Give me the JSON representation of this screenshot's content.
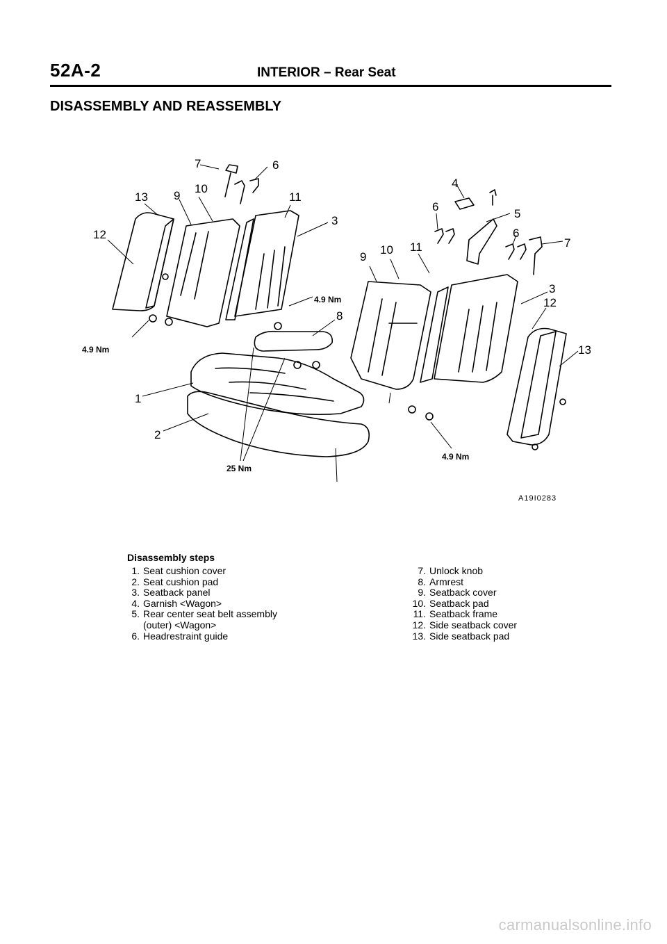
{
  "header": {
    "page_number": "52A-2",
    "title": "INTERIOR – Rear Seat"
  },
  "section_title": "DISASSEMBLY AND REASSEMBLY",
  "figure": {
    "code": "A19I0283",
    "callouts": [
      "1",
      "2",
      "3",
      "4",
      "5",
      "6",
      "7",
      "8",
      "9",
      "10",
      "11",
      "12",
      "13"
    ],
    "torques": {
      "t1": "4.9 Nm",
      "t2": "4.9 Nm",
      "t3": "4.9 Nm",
      "t4": "25 Nm"
    }
  },
  "steps": {
    "title": "Disassembly steps",
    "left": [
      {
        "num": "1.",
        "text": "Seat cushion cover"
      },
      {
        "num": "2.",
        "text": "Seat cushion pad"
      },
      {
        "num": "3.",
        "text": "Seatback panel"
      },
      {
        "num": "4.",
        "text": "Garnish <Wagon>"
      },
      {
        "num": "5.",
        "text": "Rear center seat belt assembly"
      },
      {
        "num": "",
        "text": "(outer) <Wagon>"
      },
      {
        "num": "6.",
        "text": "Headrestraint guide"
      }
    ],
    "right": [
      {
        "num": "7.",
        "text": "Unlock knob"
      },
      {
        "num": "8.",
        "text": "Armrest"
      },
      {
        "num": "9.",
        "text": "Seatback cover"
      },
      {
        "num": "10.",
        "text": "Seatback pad"
      },
      {
        "num": "11.",
        "text": "Seatback frame"
      },
      {
        "num": "12.",
        "text": "Side seatback cover"
      },
      {
        "num": "13.",
        "text": "Side seatback pad"
      }
    ]
  },
  "footer": {
    "watermark": "carmanualsonline.info"
  }
}
